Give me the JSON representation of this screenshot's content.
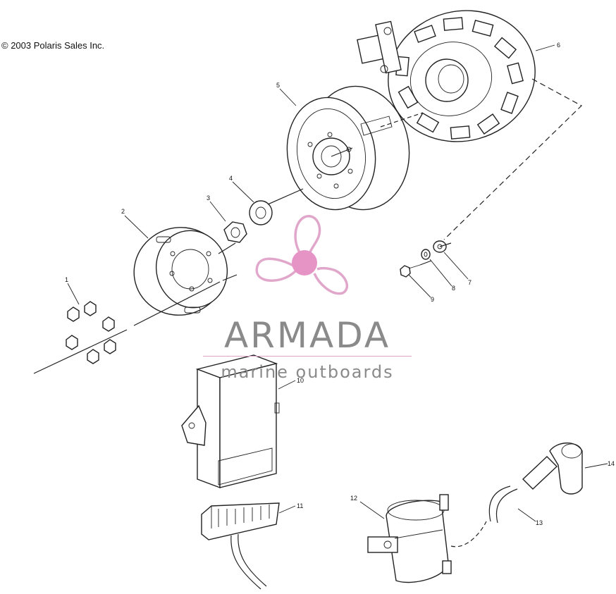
{
  "copyright": "© 2003 Polaris Sales Inc.",
  "watermark": {
    "brand": "ARMADA",
    "tagline": "marine outboards",
    "brand_color": "#8a8a8a",
    "accent_color": "#e0a3c8",
    "hub_color": "#e58fc4"
  },
  "callouts": [
    "1",
    "2",
    "3",
    "4",
    "5",
    "6",
    "7",
    "8",
    "9",
    "10",
    "11",
    "12",
    "13",
    "14"
  ]
}
